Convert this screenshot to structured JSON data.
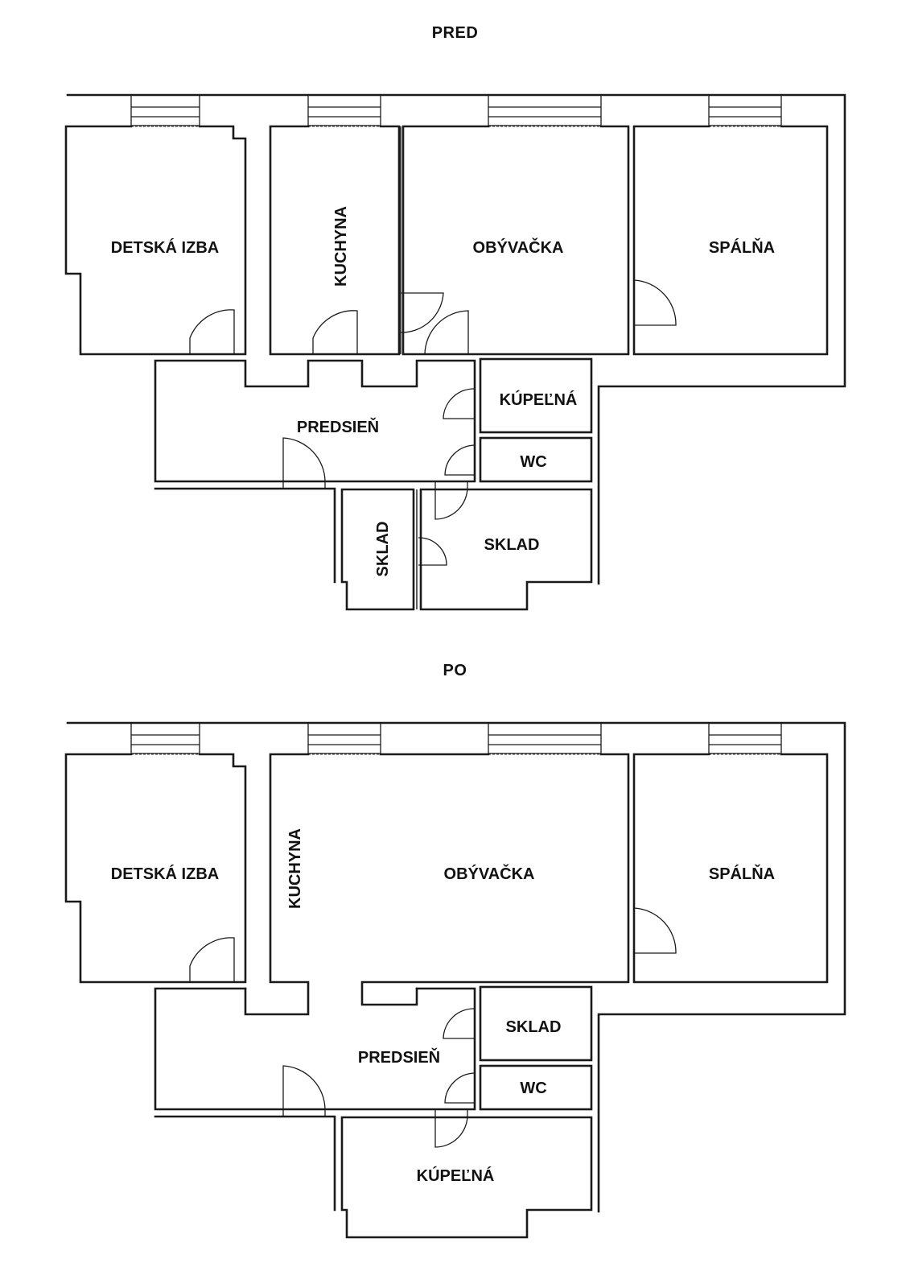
{
  "plans": {
    "before": {
      "title": "PRED",
      "rooms": {
        "detska_izba": "DETSKÁ IZBA",
        "kuchyna": "KUCHYNA",
        "obyvacka": "OBÝVAČKA",
        "spalna": "SPÁLŇA",
        "predsien": "PREDSIEŇ",
        "kupelna": "KÚPEĽNÁ",
        "wc": "WC",
        "sklad_left": "SKLAD",
        "sklad_right": "SKLAD"
      }
    },
    "after": {
      "title": "PO",
      "rooms": {
        "detska_izba": "DETSKÁ IZBA",
        "kuchyna": "KUCHYNA",
        "obyvacka": "OBÝVAČKA",
        "spalna": "SPÁLŇA",
        "predsien": "PREDSIEŇ",
        "sklad": "SKLAD",
        "wc": "WC",
        "kupelna": "KÚPEĽNÁ"
      }
    }
  }
}
